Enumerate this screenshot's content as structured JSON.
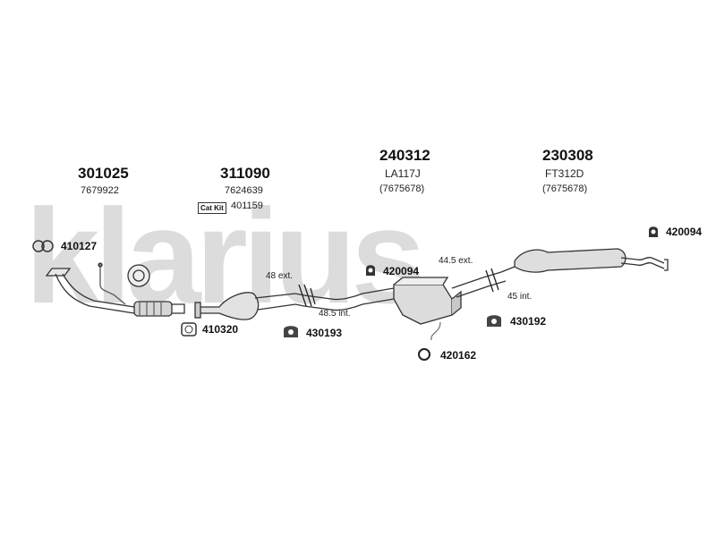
{
  "watermark": {
    "text": "klarius"
  },
  "groups": [
    {
      "part": "301025",
      "ref": "7679922"
    },
    {
      "part": "311090",
      "ref": "7624639"
    },
    {
      "part": "240312",
      "ref1": "LA117J",
      "ref2": "(7675678)"
    },
    {
      "part": "230308",
      "ref1": "FT312D",
      "ref2": "(7675678)"
    }
  ],
  "catkit": {
    "badge": "Cat Kit",
    "code": "401159"
  },
  "fittings": {
    "f410127": "410127",
    "f410320": "410320",
    "f430193": "430193",
    "f420094a": "420094",
    "f420162": "420162",
    "f430192": "430192",
    "f420094b": "420094"
  },
  "dimensions": {
    "d48ext": "48 ext.",
    "d485int": "48.5 int.",
    "d445ext": "44.5 ext.",
    "d45int": "45 int."
  }
}
